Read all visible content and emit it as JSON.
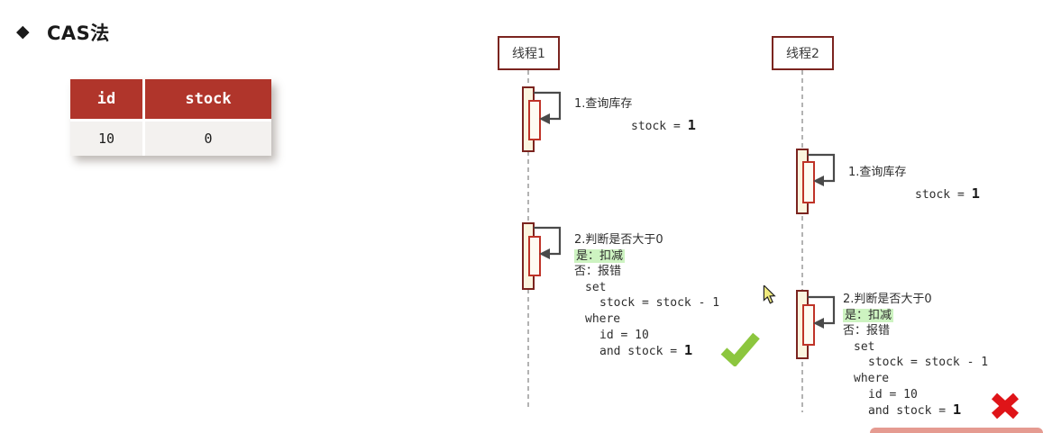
{
  "title": {
    "marker": "◆",
    "text": "CAS法"
  },
  "table": {
    "headers": [
      "id",
      "stock"
    ],
    "rows": [
      [
        "10",
        "0"
      ]
    ]
  },
  "threads": [
    {
      "name": "线程1",
      "msg1": {
        "line": "1.查询库存",
        "code_prefix": "stock = ",
        "code_value": "1"
      },
      "msg2": {
        "line1": "2.判断是否大于0",
        "yes": "是：扣减",
        "no": "否：报错",
        "sql1": "set",
        "sql2": "stock = stock - 1",
        "sql3": "where",
        "sql4": "id = 10",
        "sql5_prefix": "and stock = ",
        "sql5_value": "1"
      },
      "outcome": "success"
    },
    {
      "name": "线程2",
      "msg1": {
        "line": "1.查询库存",
        "code_prefix": "stock = ",
        "code_value": "1"
      },
      "msg2": {
        "line1": "2.判断是否大于0",
        "yes": "是：扣减",
        "no": "否：报错",
        "sql1": "set",
        "sql2": "stock = stock - 1",
        "sql3": "where",
        "sql4": "id = 10",
        "sql5_prefix": "and stock = ",
        "sql5_value": "1"
      },
      "outcome": "failure"
    }
  ],
  "icons": {
    "success": "check-mark",
    "failure": "cross-mark",
    "cursor": "pointer-arrow"
  },
  "colors": {
    "maroon_border": "#7b241f",
    "activation_red": "#bf3327",
    "activation_fill": "#fbf5df",
    "table_header_red": "#b0352b",
    "table_body_gray": "#f3f1ef",
    "highlight_green": "#cdf3c1",
    "check_green": "#8cc63e",
    "cross_red": "#df1418",
    "arrow_gray": "#4a4a4a",
    "lifeline_gray": "#b3b3b3",
    "bottom_bar_red": "#e08a7e"
  }
}
